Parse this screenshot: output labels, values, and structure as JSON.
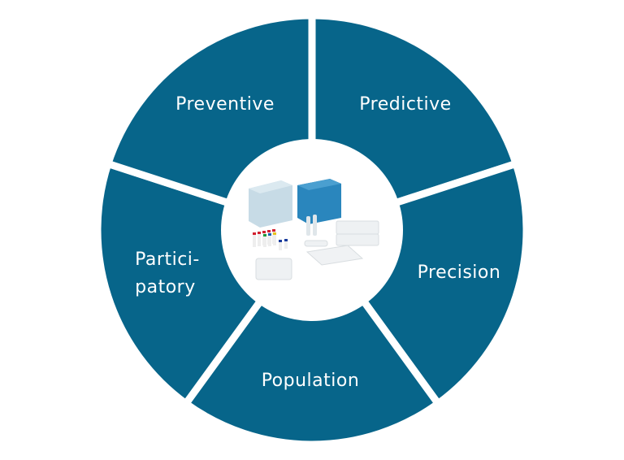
{
  "diagram": {
    "colors": {
      "segment": "#07658a",
      "background": "#ffffff"
    },
    "segments": [
      {
        "label": "Predictive"
      },
      {
        "label": "Precision"
      },
      {
        "label": "Population"
      },
      {
        "label": "Partici-\npatory"
      },
      {
        "label": "Preventive"
      }
    ],
    "center_image": "product-kit-image"
  }
}
